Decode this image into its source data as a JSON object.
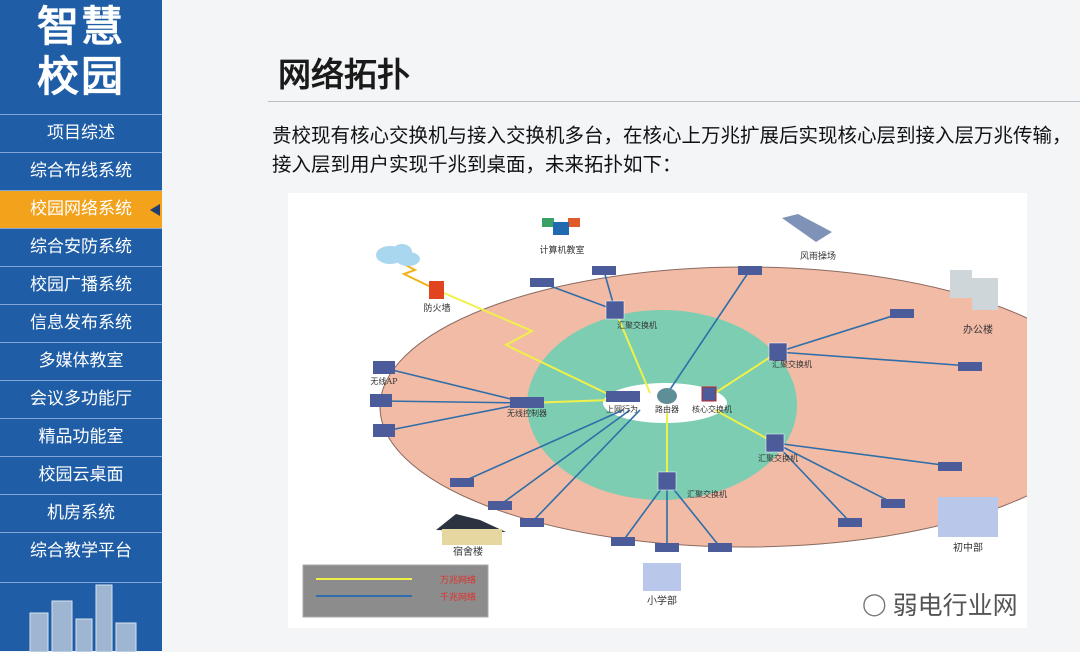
{
  "sidebar": {
    "brand_line1": "智慧",
    "brand_line2": "校园",
    "items": [
      {
        "label": "项目综述"
      },
      {
        "label": "综合布线系统"
      },
      {
        "label": "校园网络系统",
        "active": true
      },
      {
        "label": "综合安防系统"
      },
      {
        "label": "校园广播系统"
      },
      {
        "label": "信息发布系统"
      },
      {
        "label": "多媒体教室"
      },
      {
        "label": "会议多功能厅"
      },
      {
        "label": "精品功能室"
      },
      {
        "label": "校园云桌面"
      },
      {
        "label": "机房系统"
      },
      {
        "label": "综合教学平台"
      }
    ]
  },
  "main": {
    "title": "网络拓扑",
    "description": "贵校现有核心交换机与接入交换机多台，在核心上万兆扩展后实现核心层到接入层万兆传输，接入层到用户实现千兆到桌面，未来拓扑如下："
  },
  "diagram": {
    "labels": {
      "computer_lab": "计算机教室",
      "playground": "风雨操场",
      "office": "办公楼",
      "firewall": "防火墙",
      "wireless_ap": "无线AP",
      "wireless_controller": "无线控制器",
      "behavior_mgmt": "上网行为",
      "router": "路由器",
      "core_switch": "核心交换机",
      "agg_switch": "汇聚交换机",
      "dorm": "宿舍楼",
      "primary": "小学部",
      "junior": "初中部"
    },
    "legend": {
      "ten_gig": "万兆网络",
      "gig": "千兆网络"
    },
    "colors": {
      "ten_gig": "#f0f04a",
      "gig": "#2f6ea8",
      "outer_ring": "#f2bba6",
      "inner_ring": "#7ccdb2"
    }
  },
  "watermark": "弱电行业网"
}
